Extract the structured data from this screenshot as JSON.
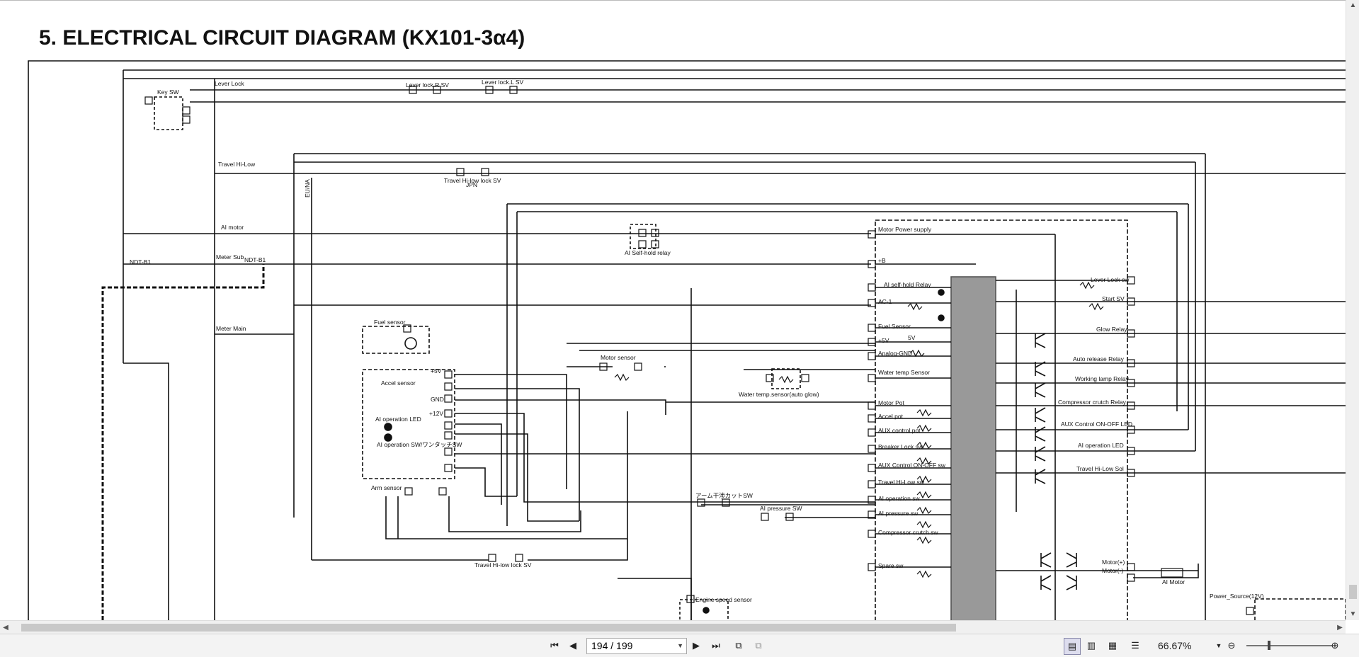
{
  "document": {
    "title": "5. ELECTRICAL CIRCUIT DIAGRAM (KX101-3α4)"
  },
  "diagram": {
    "labels": {
      "key_sw": "Key SW",
      "lever_lock": "Lever Lock",
      "lever_lock_r": "Lever lock.R SV",
      "lever_lock_l": "Lever lock.L SV",
      "travel_hi_low": "Travel Hi-Low",
      "travel_lock_sv_top": "Travel Hi-low lock SV",
      "jpn": "JPN",
      "eu_na": "EU/NA",
      "ai_motor": "AI motor",
      "ndt_b1": "NDT-B1",
      "meter_sub": "Meter Sub",
      "ndt_b1_b": "NDT-B1",
      "meter_main": "Meter Main",
      "ai_self_hold_relay": "AI Self-hold relay",
      "fuel_sensor": "Fuel sensor",
      "accel_sensor": "Accel sensor",
      "ai_operation_led": "AI operation LED",
      "ai_operation_sw": "AI operation SW/ワンタッチSW",
      "arm_sensor": "Arm sensor",
      "motor_sensor": "Motor sensor",
      "water_temp_sensor": "Water temp.sensor(auto glow)",
      "arm_cut_sw": "アーム干渉カットSW",
      "ai_pressure_sw": "AI pressure SW",
      "travel_lock_sv_bottom": "Travel Hi-low lock SV",
      "engine_speed_sensor": "Engine speed sensor",
      "motor_power_supply": "Motor Power supply",
      "plus_b": "+B",
      "ai_self_hold_relay_in": "AI self-hold Relay",
      "ac1": "AC-1",
      "fuel_sensor_in": "Fuel Sensor",
      "plus_5v": "+5V",
      "analog_gnd": "Analog-GND",
      "water_temp_in": "Water temp Sensor",
      "motor_pot": "Motor Pot",
      "accel_pot": "Accel pot",
      "aux_control_pot": "AUX control pot",
      "breaker_lock_sw": "Breaker Lock sw",
      "aux_control_on_off_sw": "AUX Control ON-OFF sw",
      "travel_hi_low_sw": "Travel Hi-Low sw",
      "ai_operation_sw_in": "AI operation sw",
      "ai_pressure_sw_in": "AI pressure sw",
      "compressor_crutch_sw": "Compressor crutch sw",
      "spare_sw": "Spare sw",
      "lever_lock_sw": "Lever Lock sw",
      "start_sv": "Start SV",
      "glow_relay": "Glow Relay",
      "auto_release_relay": "Auto release Relay",
      "working_lamp_relay": "Working lamp Relay",
      "compressor_crutch_relay": "Compressor crutch Relay",
      "aux_control_led": "AUX Control ON-OFF LED",
      "ai_operation_led_out": "AI operation LED",
      "travel_hi_low_sol": "Travel Hi-Low Sol",
      "motor_plus": "Motor(+)",
      "motor_minus": "Motor(-)",
      "ai_motor_out": "AI Motor",
      "power_source": "Power_Source(12V)",
      "v5_label": "5V",
      "v12": "+12V",
      "gnd": "GND",
      "plus5v_s": "+5V"
    }
  },
  "toolbar": {
    "page_value": "194 / 199",
    "zoom": "66.67%"
  }
}
